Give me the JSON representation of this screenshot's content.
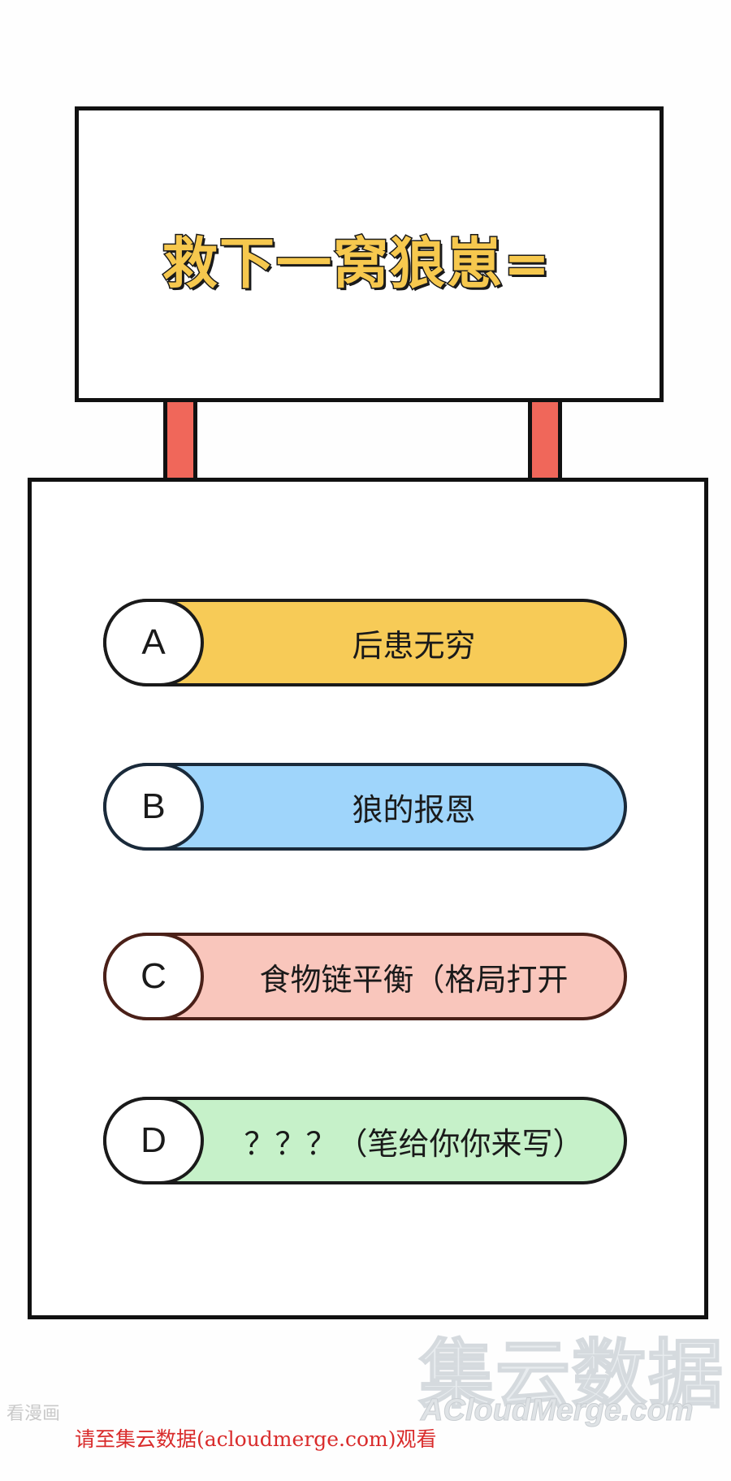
{
  "sign": {
    "title": "救下一窝狼崽="
  },
  "options": [
    {
      "letter": "A",
      "text": "后患无穷",
      "color": "#f7cb57",
      "border": "#1a1a1a"
    },
    {
      "letter": "B",
      "text": "狼的报恩",
      "color": "#9fd5fb",
      "border": "#1a2a3a"
    },
    {
      "letter": "C",
      "text": "食物链平衡（格局打开",
      "color": "#f9c6bc",
      "border": "#4a2018"
    },
    {
      "letter": "D",
      "text": "？？？（笔给你你来写）",
      "color": "#c6f1c9",
      "border": "#1a1a1a"
    }
  ],
  "watermark": {
    "cn": "集云数据",
    "en": "ACloudMerge.com"
  },
  "source_small": "看漫画",
  "footer_note": "请至集云数据(acloudmerge.com)观看"
}
